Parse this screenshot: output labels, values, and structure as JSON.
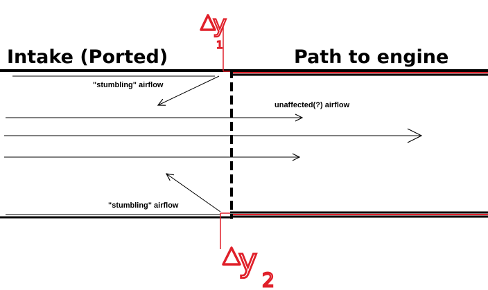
{
  "labels": {
    "intake_title": "Intake (Ported)",
    "engine_title": "Path to engine",
    "stumbling_top": "\"stumbling\" airflow",
    "stumbling_bottom": "\"stumbling\" airflow",
    "unaffected": "unaffected(?) airflow"
  },
  "markers": {
    "delta_top": {
      "symbol": "y",
      "subscript": "1"
    },
    "delta_bottom": {
      "symbol": "y",
      "subscript": "2"
    }
  },
  "colors": {
    "wall": "#000000",
    "accent": "#e0202a"
  }
}
